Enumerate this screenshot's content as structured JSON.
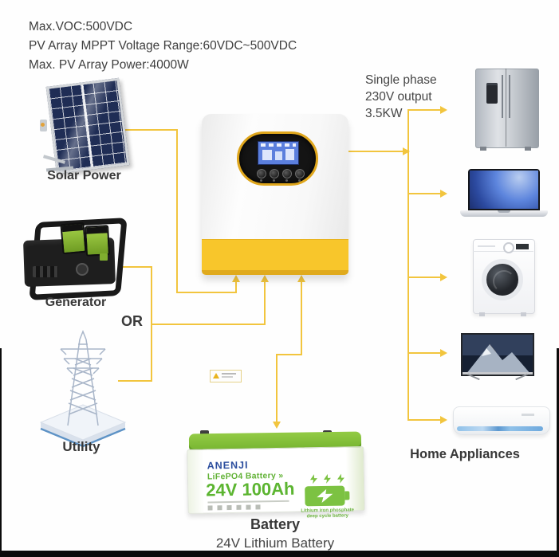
{
  "colors": {
    "wire": "#F2C53E",
    "inverter-yellow": "#F8C62B",
    "battery-green": "#7CC242",
    "battery-text-green": "#5CB531",
    "brand-blue": "#2B4D9E"
  },
  "specs": {
    "line1": "Max.VOC:500VDC",
    "line2": "PV Array MPPT Voltage Range:60VDC~500VDC",
    "line3": "Max. PV Array Power:4000W"
  },
  "sources": {
    "solar": "Solar Power",
    "generator": "Generator",
    "or": "OR",
    "utility": "Utility",
    "icons": [
      "solar-panel-icon",
      "generator-icon",
      "utility-tower-icon"
    ]
  },
  "inverter": {
    "icon": "hybrid-solar-inverter"
  },
  "output": {
    "line1": "Single phase",
    "line2": "230V output",
    "line3": "3.5KW",
    "appliances_label": "Home Appliances",
    "appliance_icons": [
      "refrigerator-icon",
      "laptop-icon",
      "washing-machine-icon",
      "tv-icon",
      "air-conditioner-icon"
    ]
  },
  "battery": {
    "brand": "ANENJI",
    "type": "LiFePO4 Battery »",
    "rating": "24V 100Ah",
    "note_line1": "Lithium iron phosphate",
    "note_line2": "deep cycle battery",
    "label": "Battery",
    "sublabel": "24V Lithium Battery"
  }
}
